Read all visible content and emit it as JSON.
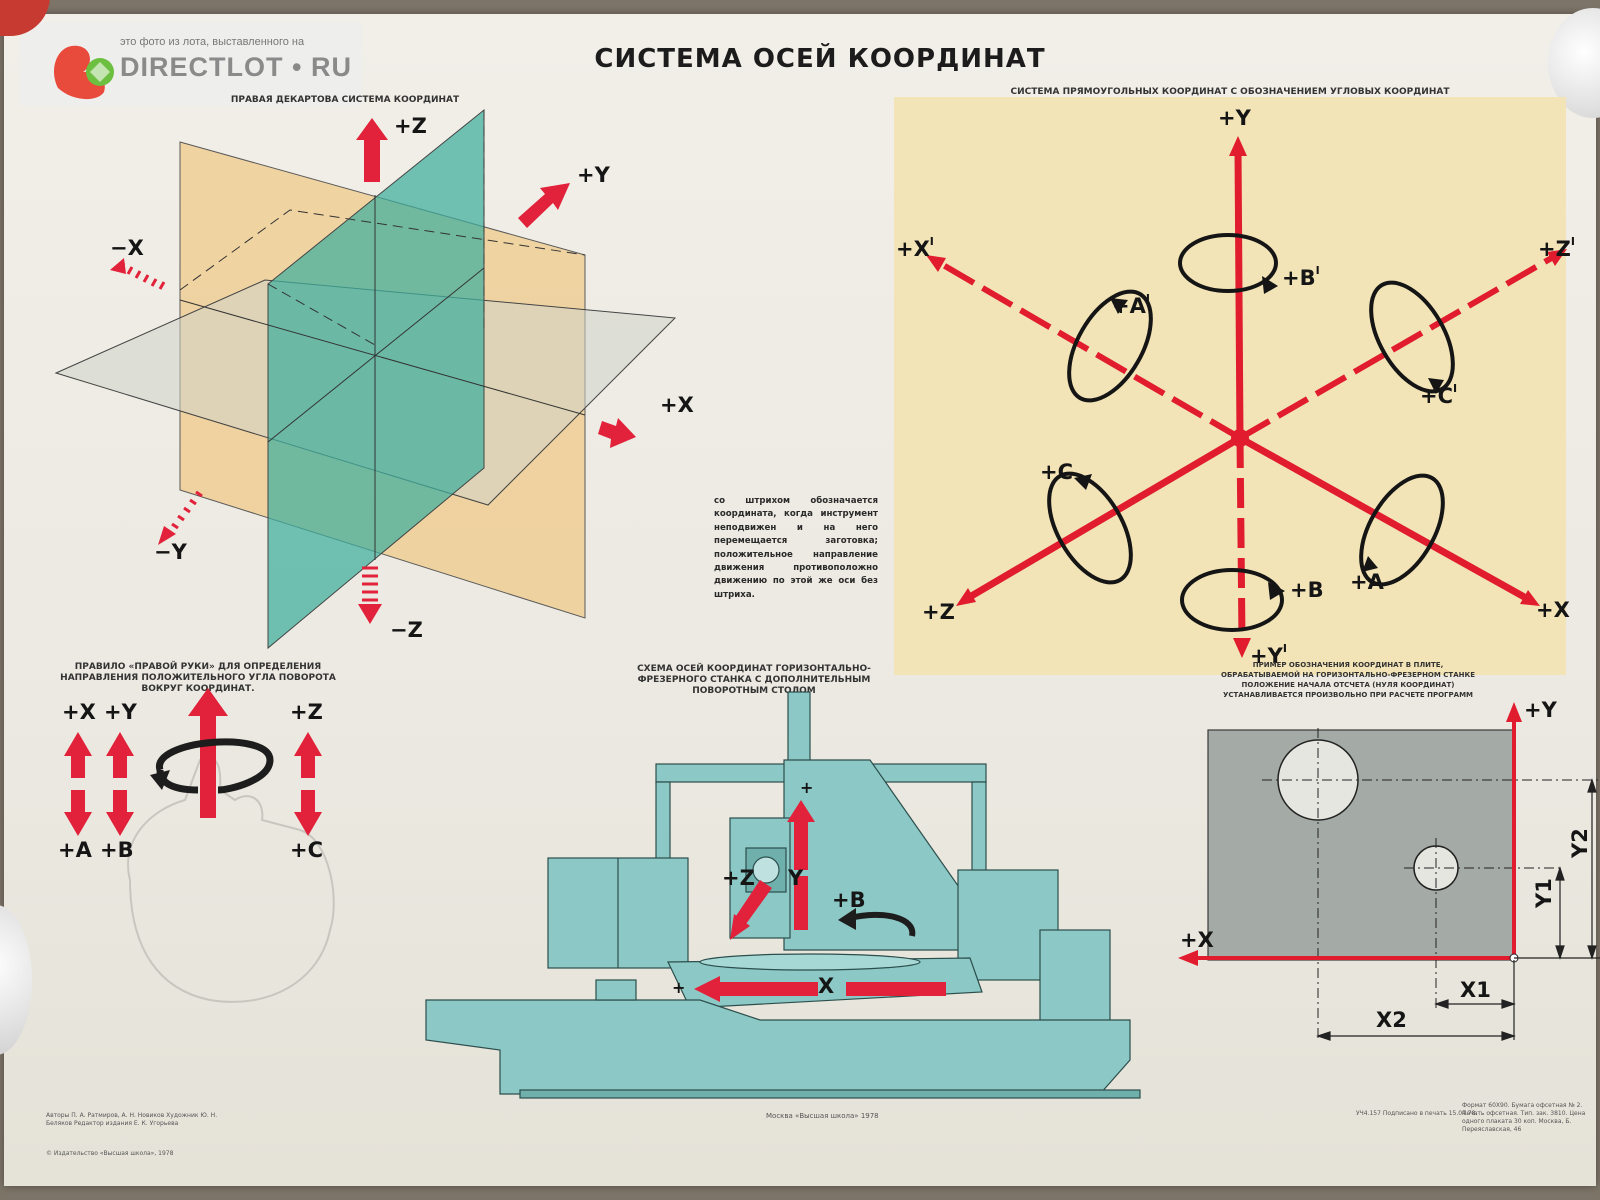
{
  "watermark": {
    "line1": "это фото из лота, выставленного на",
    "line2": "DIRECTLOT • RU"
  },
  "title": "СИСТЕМА ОСЕЙ КООРДИНАТ",
  "panel_cartesian": {
    "caption": "ПРАВАЯ ДЕКАРТОВА СИСТЕМА КООРДИНАТ",
    "labels": {
      "pz": "+Z",
      "py": "+Y",
      "mx": "−X",
      "px": "+X",
      "my": "−Y",
      "mz": "−Z"
    }
  },
  "panel_angular": {
    "caption": "СИСТЕМА ПРЯМОУГОЛЬНЫХ КООРДИНАТ С ОБОЗНАЧЕНИЕМ УГЛОВЫХ КООРДИНАТ",
    "labels": {
      "py": "+Y",
      "pxp": "+X",
      "pzp": "+Z",
      "bp": "+B",
      "ap": "+A",
      "cp": "+C",
      "c": "+C",
      "a": "+A",
      "b": "+B",
      "pz": "+Z",
      "px": "+X",
      "pyp": "+Y"
    },
    "prime": "I",
    "background_color": "#f2e4b7",
    "axis_color": "#e01c2e"
  },
  "note": "со штрихом обозначается координата, когда инструмент неподвижен и на него перемещается заготовка; положительное направление движения противоположно движению по этой же оси без штриха.",
  "panel_right_hand": {
    "caption": "ПРАВИЛО «ПРАВОЙ РУКИ» ДЛЯ ОПРЕДЕЛЕНИЯ НАПРАВЛЕНИЯ ПОЛОЖИТЕЛЬНОГО УГЛА ПОВОРОТА ВОКРУГ КООРДИНАТ.",
    "labels": {
      "px": "+X",
      "py": "+Y",
      "pz": "+Z",
      "pa": "+A",
      "pb": "+B",
      "pc": "+C"
    }
  },
  "panel_machine": {
    "caption": "СХЕМА ОСЕЙ КООРДИНАТ ГОРИЗОНТАЛЬНО-ФРЕЗЕРНОГО СТАНКА С ДОПОЛНИТЕЛЬНЫМ ПОВОРОТНЫМ СТОЛОМ",
    "labels": {
      "z": "+Z",
      "y": "Y",
      "plus_top": "+",
      "b": "+B",
      "x": "X",
      "plus_left": "+"
    },
    "machine_color": "#8cc9c6"
  },
  "panel_plate": {
    "caption": "ПРИМЕР ОБОЗНАЧЕНИЯ КООРДИНАТ В ПЛИТЕ, ОБРАБАТЫВАЕМОЙ НА ГОРИЗОНТАЛЬНО-ФРЕЗЕРНОМ СТАНКЕ ПОЛОЖЕНИЕ НАЧАЛА ОТСЧЕТА (НУЛЯ КООРДИНАТ) УСТАНАВЛИВАЕТСЯ ПРОИЗВОЛЬНО ПРИ РАСЧЕТЕ ПРОГРАММ",
    "labels": {
      "py": "+Y",
      "px": "+X",
      "y1": "Y1",
      "y2": "Y2",
      "x1": "X1",
      "x2": "X2"
    }
  },
  "footer": {
    "authors": "Авторы П. А. Ратмиров, А. Н. Новиков Художник Ю. Н. Беляков Редактор издания Е. К. Угорьева",
    "publisher_center": "Москва «Высшая школа» 1978",
    "copyright": "© Издательство «Высшая школа», 1978",
    "right_block": "Формат 60Х90. Бумага офсетная № 2. Печать офсетная. Тип. зак. 3810. Цена одного плаката 30 коп. Москва, Б. Переяславская, 46",
    "mid_right": "УЧ4.157 Подписано в печать 15.04.78."
  }
}
